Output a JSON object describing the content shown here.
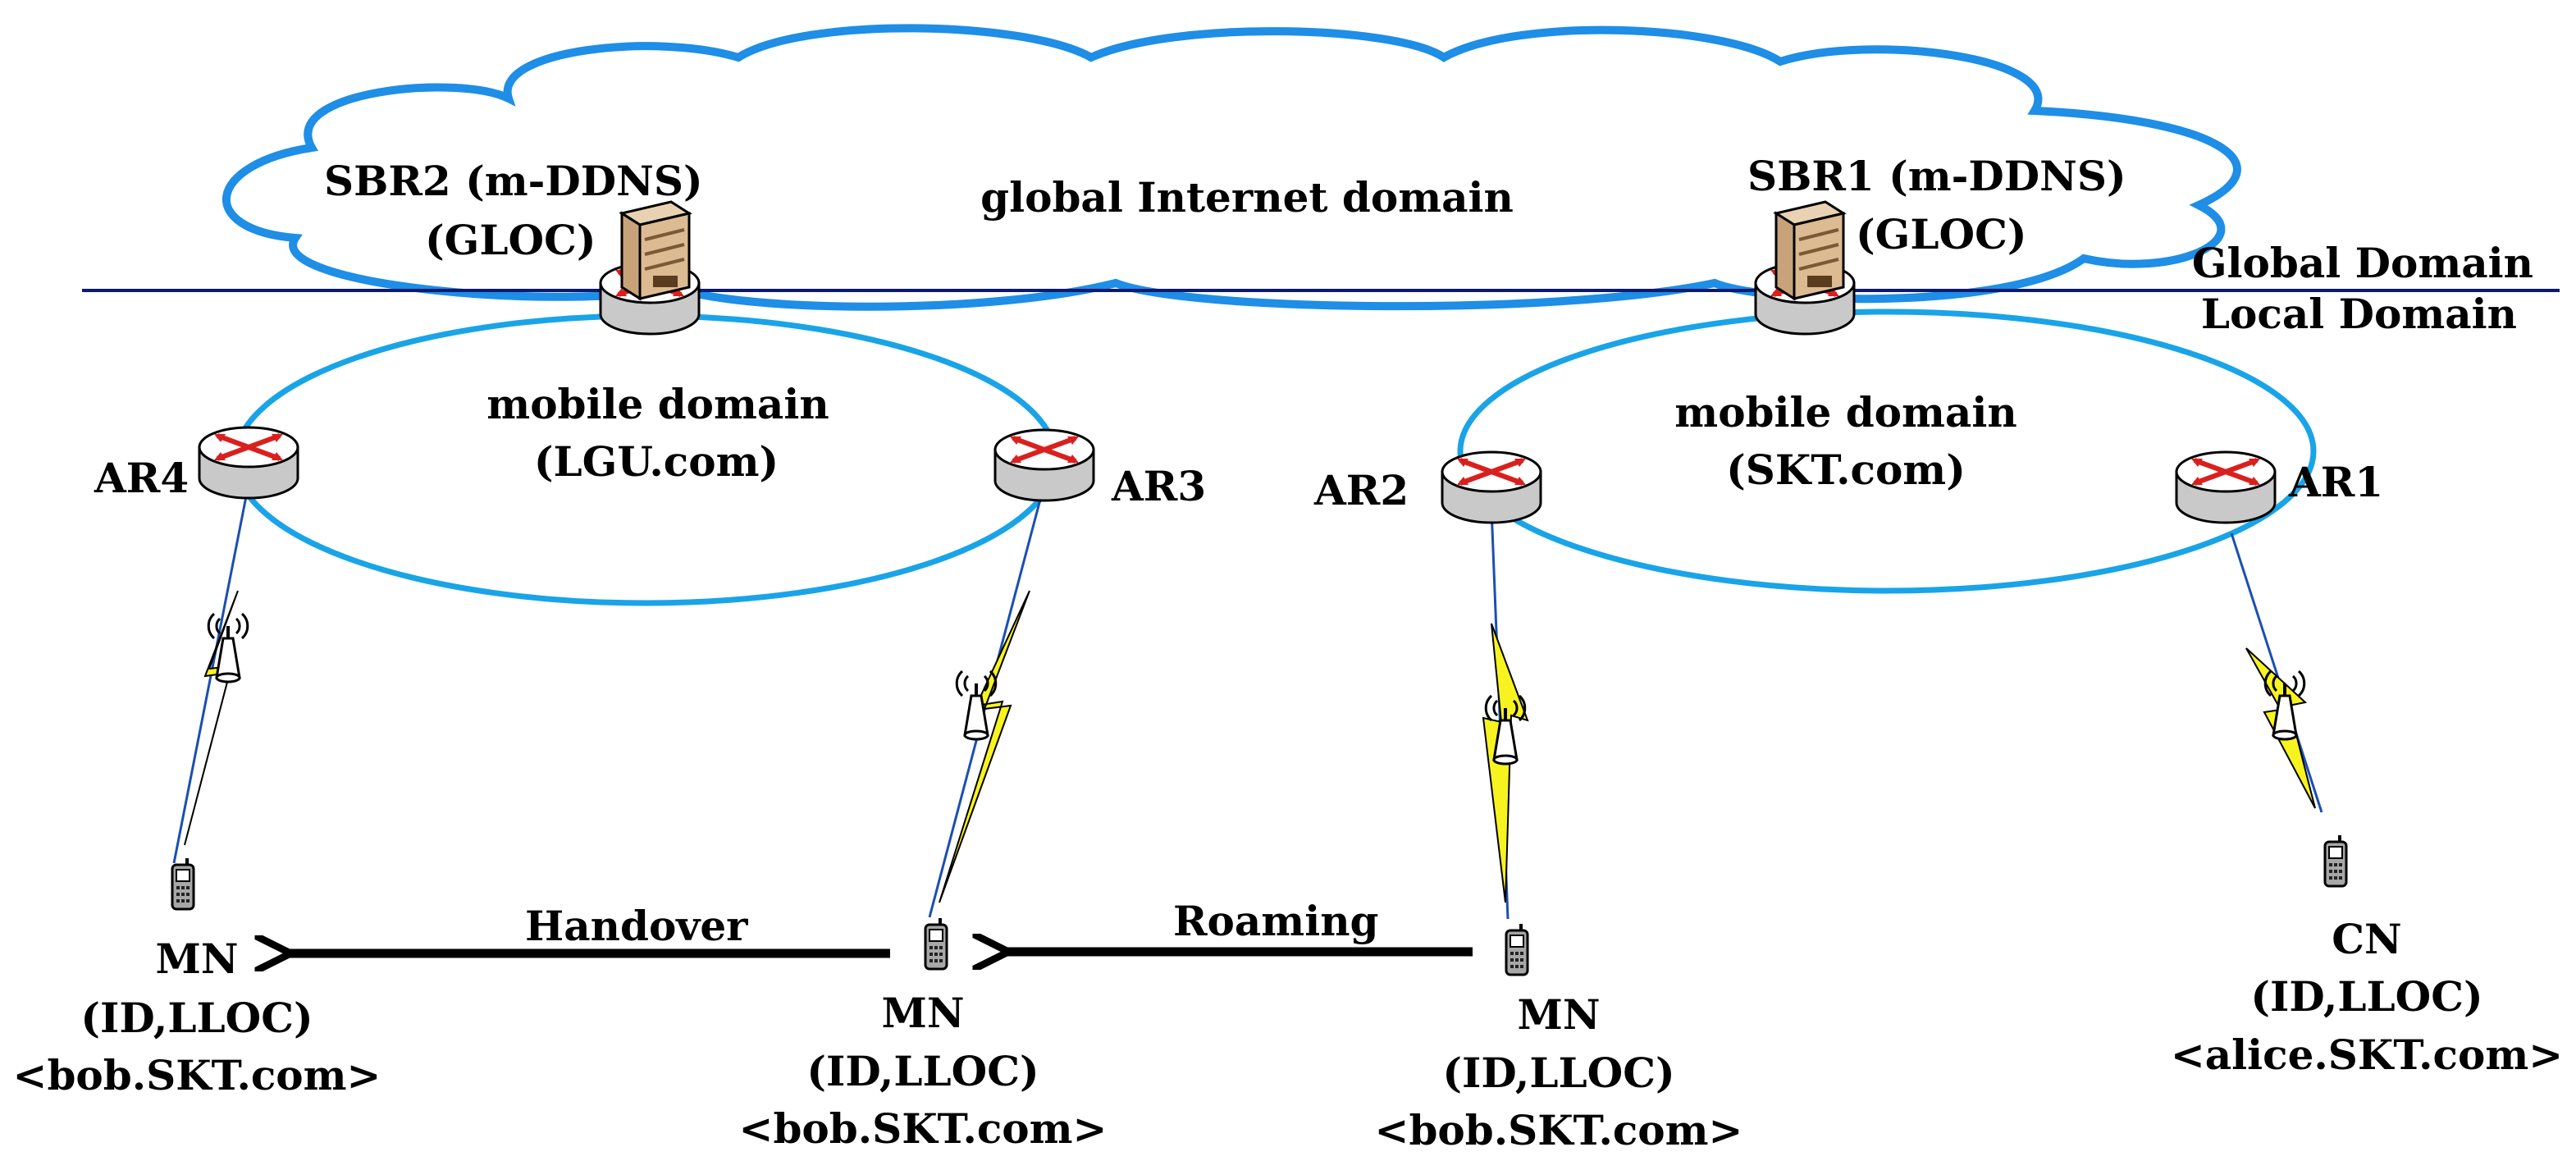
{
  "colors": {
    "cloud": "#1e8ee6",
    "ellipse": "#19a4e8",
    "divider": "#0c1a6e",
    "arrow": "#000000",
    "link": "#1a4fb3",
    "bolt": "#f7f31f",
    "router_arrow": "#d9201e"
  },
  "cloud_label": "global Internet domain",
  "boundary": {
    "upper": "Global Domain",
    "lower": "Local Domain"
  },
  "sbr2": {
    "name": "SBR2 (m-DDNS)",
    "role": "(GLOC)"
  },
  "sbr1": {
    "name": "SBR1 (m-DDNS)",
    "role": "(GLOC)"
  },
  "domain_left": {
    "line1": "mobile domain",
    "line2": "(LGU.com)"
  },
  "domain_right": {
    "line1": "mobile domain",
    "line2": "(SKT.com)"
  },
  "routers": {
    "ar1": "AR1",
    "ar2": "AR2",
    "ar3": "AR3",
    "ar4": "AR4"
  },
  "nodes": {
    "mn_left": {
      "name": "MN",
      "ids": "(ID,LLOC)",
      "addr": "<bob.SKT.com>"
    },
    "mn_middle": {
      "name": "MN",
      "ids": "(ID,LLOC)",
      "addr": "<bob.SKT.com>"
    },
    "mn_right": {
      "name": "MN",
      "ids": "(ID,LLOC)",
      "addr": "<bob.SKT.com>"
    },
    "cn": {
      "name": "CN",
      "ids": "(ID,LLOC)",
      "addr": "<alice.SKT.com>"
    }
  },
  "arrows": {
    "handover": "Handover",
    "roaming": "Roaming"
  }
}
